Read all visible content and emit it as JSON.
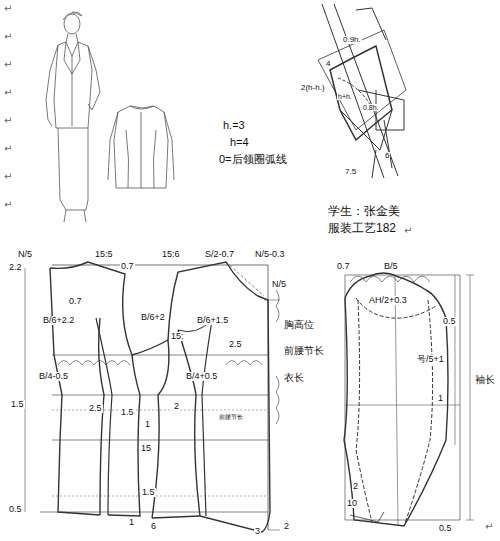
{
  "diagram": {
    "labels": [
      "↵",
      "↵",
      "↵",
      "↵",
      "↵",
      "↵",
      "↵",
      "↵",
      "h.=3",
      "h=4",
      "0=后领圈弧线",
      "0.9h.",
      "4",
      "2(h-h.)",
      "h+h.",
      "0.8h.",
      "6",
      "7.5",
      "学生：张金美",
      "服装工艺182",
      "↵",
      "N/5",
      "15:5",
      "15:6",
      "S/2-0.7",
      "N/5-0.3",
      "2.2",
      "0.7",
      "N/5",
      "0.7",
      "B/6+2.2",
      "B/6+2",
      "B/6+1.5",
      "15:",
      "2.5",
      "胸高位",
      "前腰节长",
      "衣长",
      "B/4-0.5",
      "B/4+0.5",
      "1.5",
      "2.5",
      "1.5",
      "2",
      "1",
      "15",
      "前腰节长",
      "1.5",
      "0.5",
      "1",
      "6",
      "3",
      "2",
      "0.7",
      "B/5",
      "AH/2+0.3",
      "0.5",
      "号/5+1",
      "袖长",
      "1",
      "2",
      "10",
      "0.5",
      "↵"
    ]
  }
}
